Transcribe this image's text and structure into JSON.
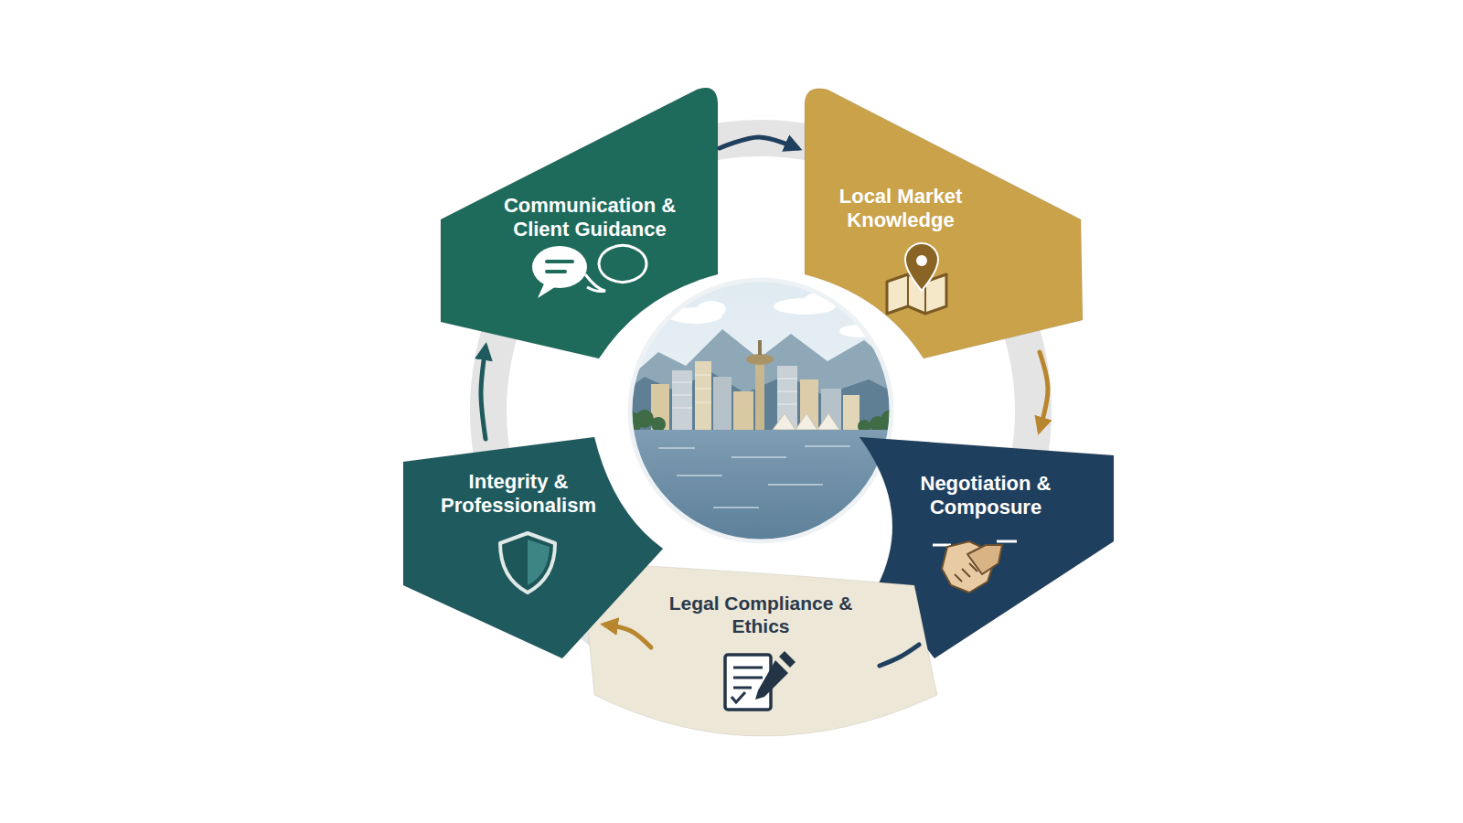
{
  "diagram": {
    "nodes": [
      {
        "text": [
          "Communication & Client Guidance"
        ]
      },
      {
        "text": [
          "Local Market Knowledge"
        ]
      },
      {
        "text": [
          "Negotiation & Composure"
        ]
      },
      {
        "text": [
          "Legal Compliance & Ethics"
        ]
      },
      {
        "text": [
          "Integrity & Professionalism"
        ]
      }
    ],
    "edges": [
      {
        "from": 0,
        "to": 1,
        "arrow": "to"
      },
      {
        "from": 1,
        "to": 2,
        "arrow": "to"
      },
      {
        "from": 2,
        "to": 3,
        "arrow": "none"
      },
      {
        "from": 3,
        "to": 4,
        "arrow": "to"
      },
      {
        "from": 4,
        "to": 0,
        "arrow": "to"
      }
    ]
  }
}
